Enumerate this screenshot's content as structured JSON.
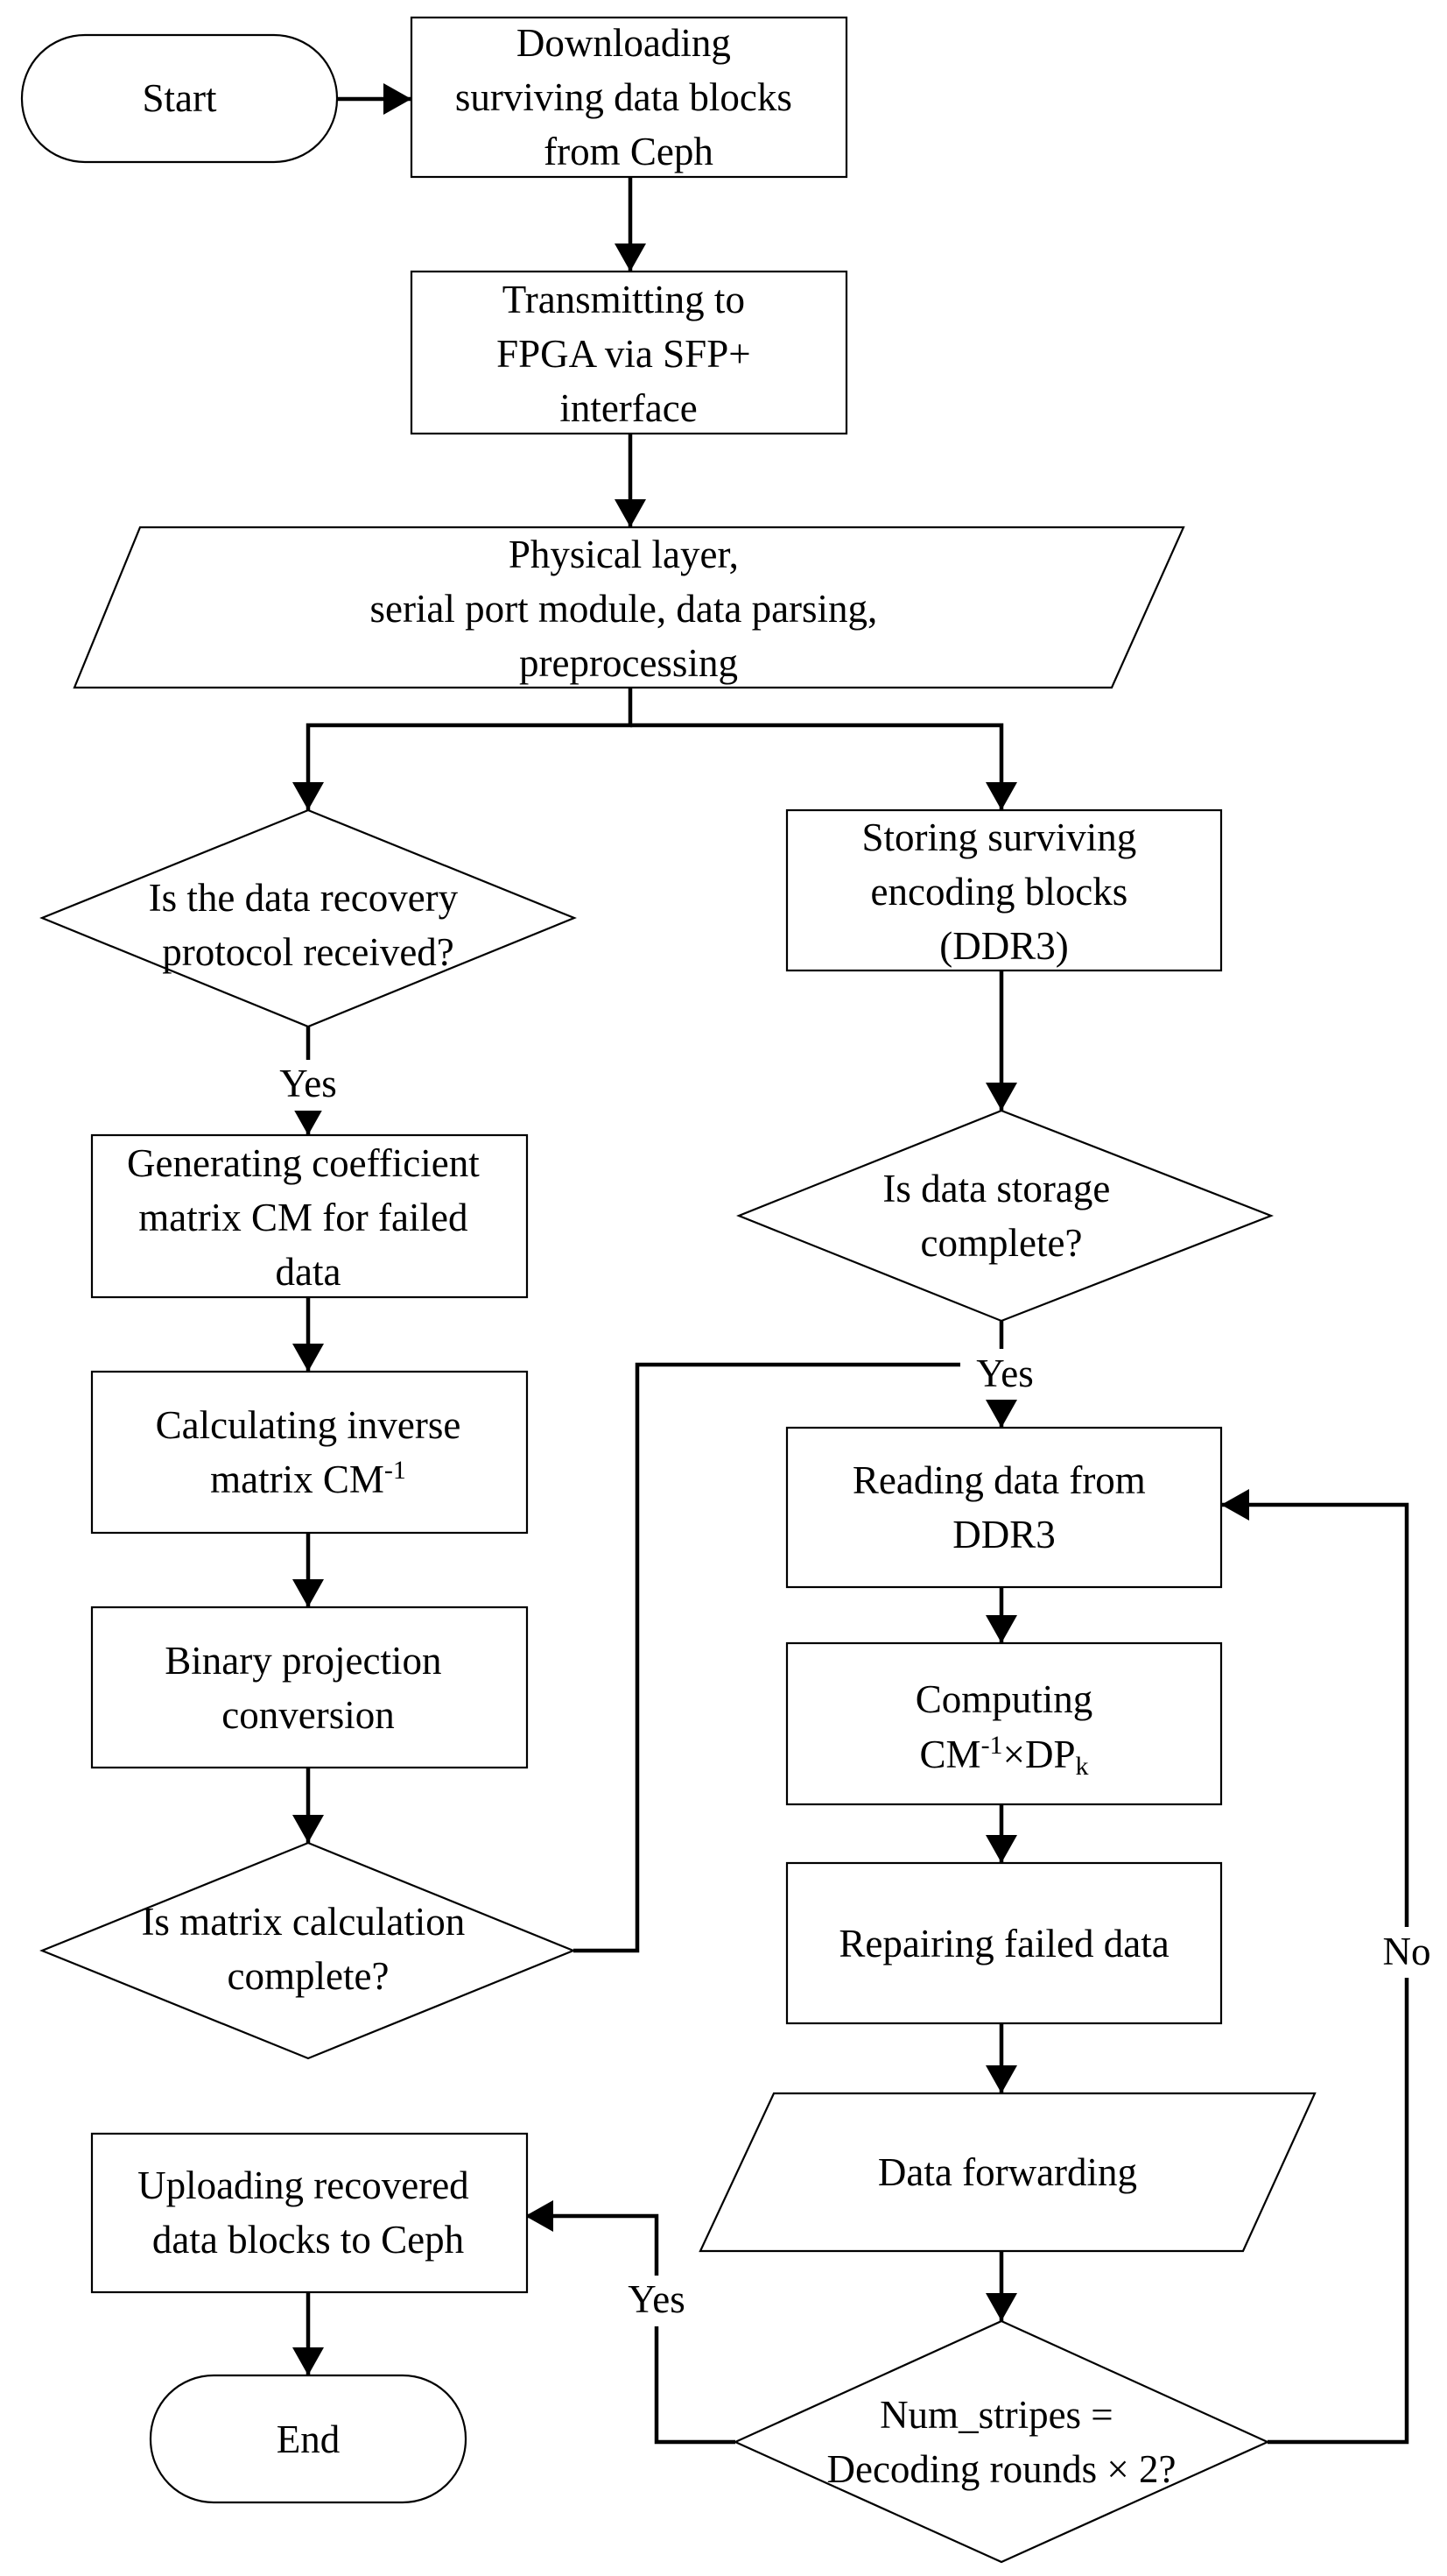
{
  "nodes": {
    "start": "Start",
    "download": [
      "Downloading",
      "surviving data blocks",
      "from Ceph"
    ],
    "transmit": [
      "Transmitting to",
      "FPGA via SFP+",
      "interface"
    ],
    "physical": [
      "Physical layer,",
      "serial port module, data parsing,",
      "preprocessing"
    ],
    "is_protocol": [
      "Is the data recovery",
      "protocol received?"
    ],
    "generate_cm": [
      "Generating coefficient",
      "matrix CM for failed",
      "data"
    ],
    "inverse": {
      "line1": "Calculating inverse",
      "line2_prefix": "matrix CM",
      "line2_sup": "-1"
    },
    "binary": [
      "Binary projection",
      "conversion"
    ],
    "is_matrix": [
      "Is matrix calculation",
      "complete?"
    ],
    "storing": [
      "Storing surviving",
      "encoding blocks",
      "(DDR3)"
    ],
    "is_storage": [
      "Is data storage",
      "complete?"
    ],
    "reading": [
      "Reading data from",
      "DDR3"
    ],
    "computing": {
      "line1": "Computing",
      "cm": "CM",
      "sup": "-1",
      "times": "×DP",
      "sub": "k"
    },
    "repairing": "Repairing failed data",
    "forwarding": "Data forwarding",
    "num_stripes": [
      "Num_stripes =",
      "Decoding rounds × 2?"
    ],
    "uploading": [
      "Uploading recovered",
      "data blocks to Ceph"
    ],
    "end": "End"
  },
  "edge_labels": {
    "protocol_yes": "Yes",
    "storage_yes": "Yes",
    "stripes_yes": "Yes",
    "stripes_no": "No"
  }
}
